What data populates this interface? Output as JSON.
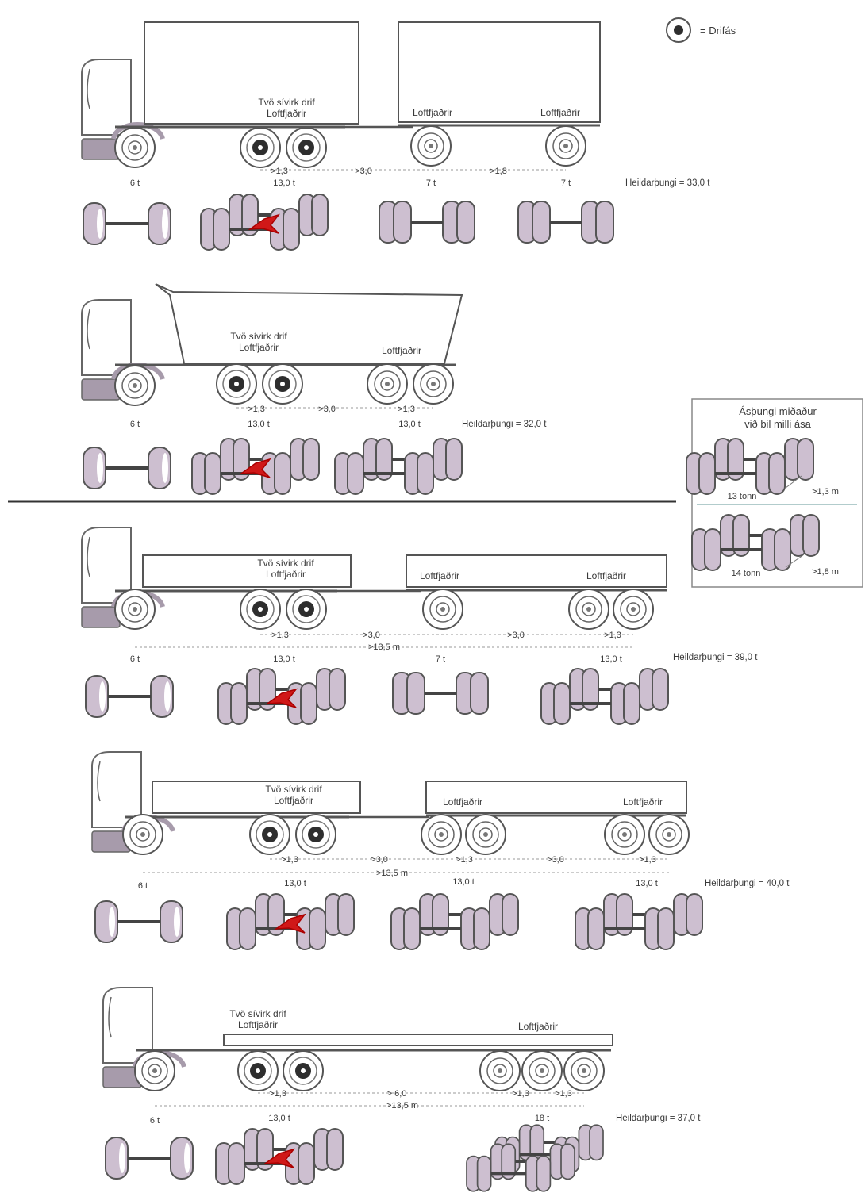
{
  "legend": {
    "label": "= Drifás"
  },
  "inset": {
    "title_line1": "Ásþungi miðaður",
    "title_line2": "við bil milli ása",
    "top_weight": "13 tonn",
    "top_spacing": ">1,3 m",
    "bottom_weight": "14 tonn",
    "bottom_spacing": ">1,8 m"
  },
  "configs": [
    {
      "drive_note_1": "Tvö sívirk drif",
      "drive_note_2": "Loftfjaðrir",
      "air_labels": [
        "Loftfjaðrir",
        "Loftfjaðrir"
      ],
      "spacings": [
        ">1,3",
        ">3,0",
        ">1,8"
      ],
      "weights": [
        "6 t",
        "13,0 t",
        "7 t",
        "7 t"
      ],
      "total": "Heildarþungi = 33,0 t"
    },
    {
      "drive_note_1": "Tvö sívirk drif",
      "drive_note_2": "Loftfjaðrir",
      "air_labels": [
        "Loftfjaðrir"
      ],
      "spacings": [
        ">1,3",
        ">3,0",
        ">1,3"
      ],
      "weights": [
        "6 t",
        "13,0 t",
        "13,0 t"
      ],
      "total": "Heildarþungi = 32,0 t"
    },
    {
      "drive_note_1": "Tvö sívirk drif",
      "drive_note_2": "Loftfjaðrir",
      "air_labels": [
        "Loftfjaðrir",
        "Loftfjaðrir"
      ],
      "spacings": [
        ">1,3",
        ">3,0",
        ">3,0",
        ">1,3"
      ],
      "length": ">13,5 m",
      "weights": [
        "6 t",
        "13,0 t",
        "7 t",
        "13,0 t"
      ],
      "total": "Heildarþungi = 39,0 t"
    },
    {
      "drive_note_1": "Tvö sívirk drif",
      "drive_note_2": "Loftfjaðrir",
      "air_labels": [
        "Loftfjaðrir",
        "Loftfjaðrir"
      ],
      "spacings": [
        ">1,3",
        ">3,0",
        ">1,3",
        ">3,0",
        ">1,3"
      ],
      "length": ">13,5 m",
      "weights": [
        "6 t",
        "13,0 t",
        "13,0 t",
        "13,0 t"
      ],
      "total": "Heildarþungi = 40,0 t"
    },
    {
      "drive_note_1": "Tvö sívirk drif",
      "drive_note_2": "Loftfjaðrir",
      "air_labels": [
        "Loftfjaðrir"
      ],
      "spacings": [
        ">1,3",
        "> 6,0",
        ">1,3",
        ">1,3"
      ],
      "length": ">13,5 m",
      "weights": [
        "6 t",
        "13,0 t",
        "18 t"
      ],
      "total": "Heildarþungi = 37,0 t"
    }
  ],
  "colors": {
    "drive_axle": "#d01818",
    "tyre": "#cdbfd0",
    "line": "#555555"
  }
}
